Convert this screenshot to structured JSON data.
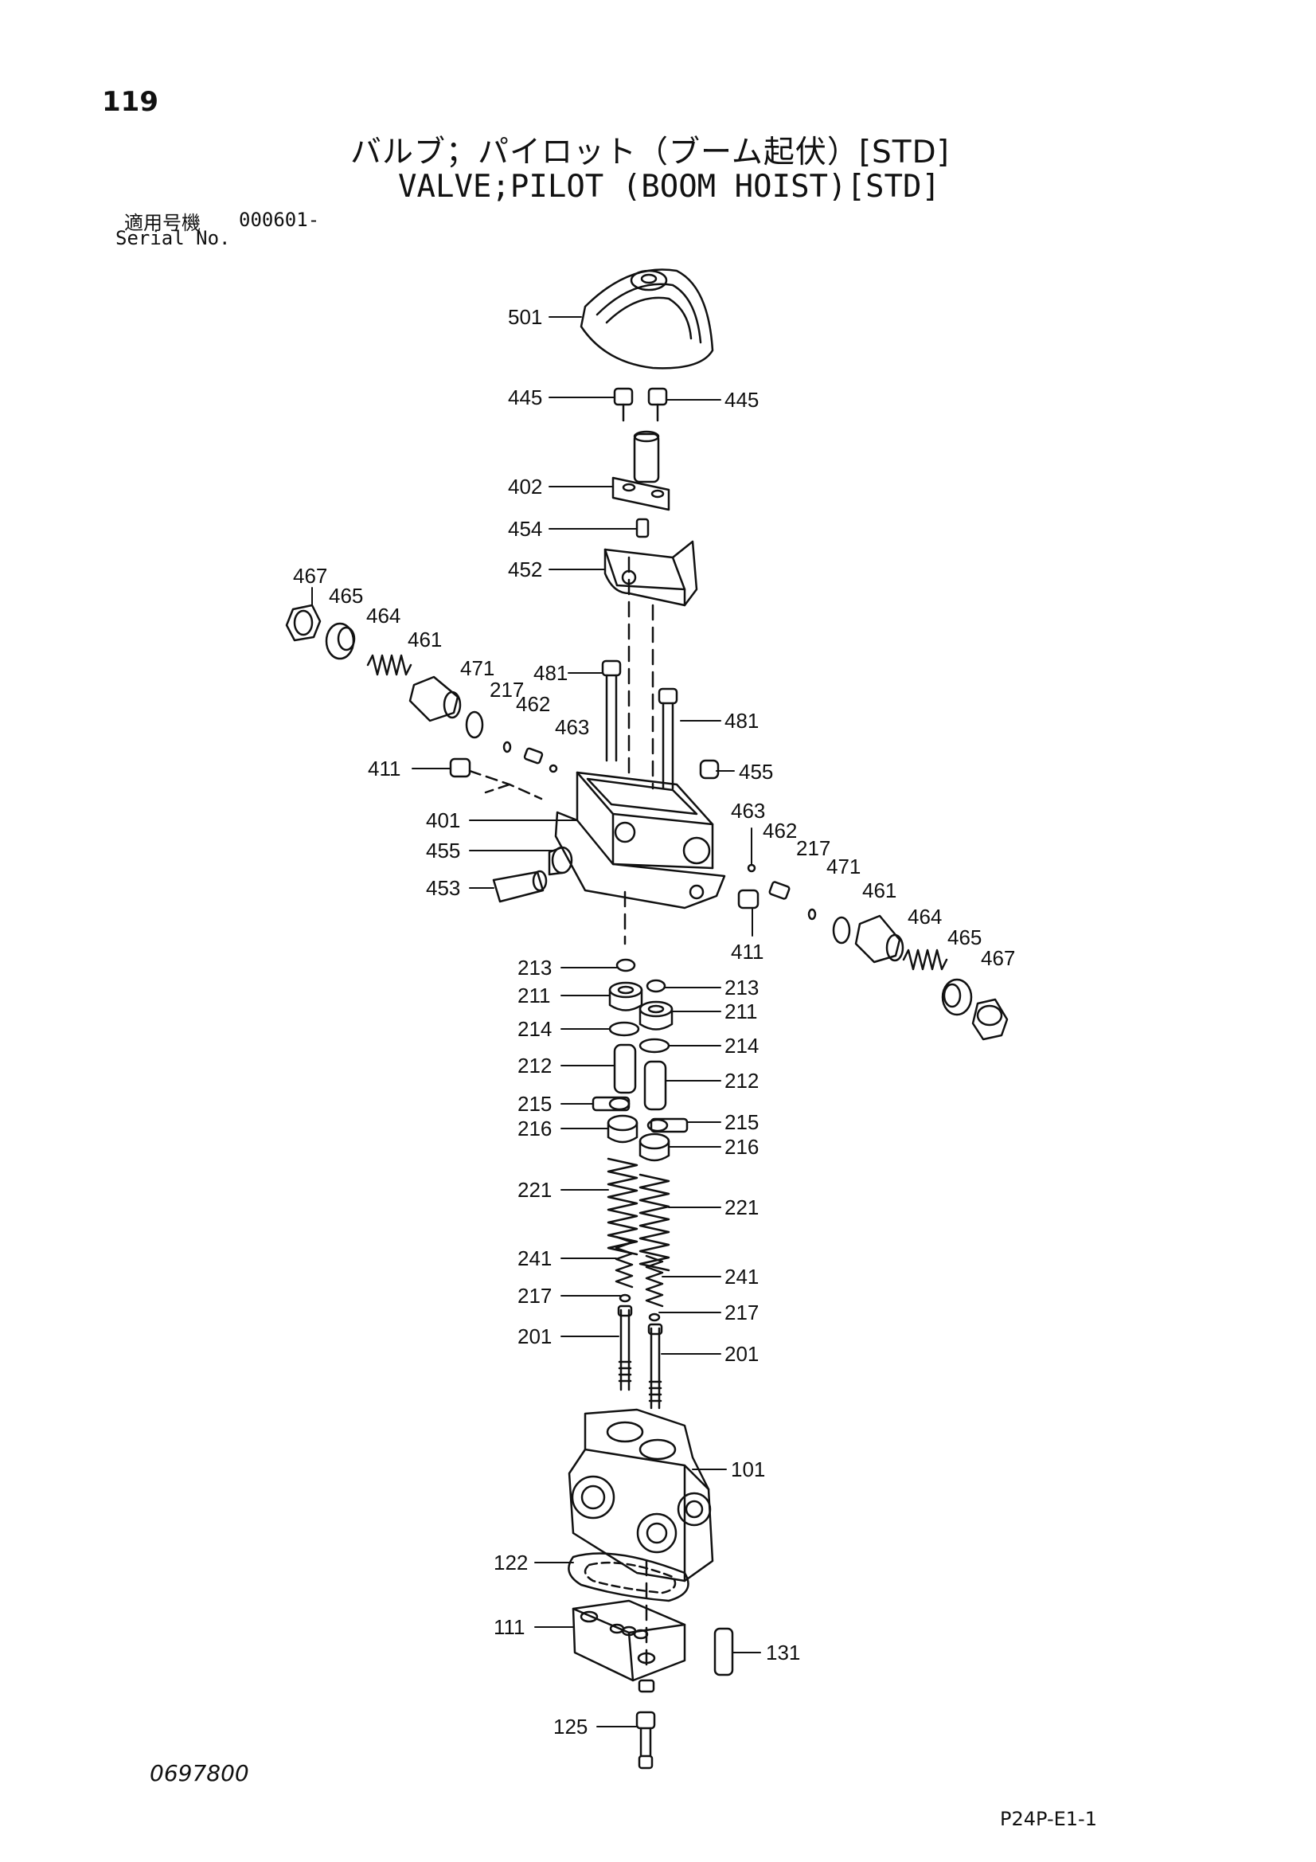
{
  "header": {
    "page_number": "119",
    "title_jp": "バルブ；パイロット（ブーム起伏）[STD]",
    "title_en": "VALVE;PILOT (BOOM HOIST)[STD]",
    "serial_label_jp": "適用号機",
    "serial_code": "000601-",
    "serial_label_en": "Serial No."
  },
  "footer": {
    "drawing_number": "0697800",
    "sheet_code": "P24P-E1-1"
  },
  "part_labels": {
    "p501": "501",
    "p445a": "445",
    "p445b": "445",
    "p402": "402",
    "p454": "454",
    "p452": "452",
    "p467a": "467",
    "p465a": "465",
    "p464a": "464",
    "p461a": "461",
    "p471a": "471",
    "p217a": "217",
    "p462a": "462",
    "p463a": "463",
    "p481a": "481",
    "p481b": "481",
    "p411a": "411",
    "p455a": "455",
    "p401": "401",
    "p455b": "455",
    "p453": "453",
    "p463b": "463",
    "p462b": "462",
    "p217b": "217",
    "p471b": "471",
    "p461b": "461",
    "p464b": "464",
    "p465b": "465",
    "p467b": "467",
    "p411b": "411",
    "p213a": "213",
    "p213b": "213",
    "p211a": "211",
    "p211b": "211",
    "p214a": "214",
    "p214b": "214",
    "p212a": "212",
    "p212b": "212",
    "p215a": "215",
    "p215b": "215",
    "p216a": "216",
    "p216b": "216",
    "p221a": "221",
    "p221b": "221",
    "p241a": "241",
    "p241b": "241",
    "p217c": "217",
    "p217d": "217",
    "p201a": "201",
    "p201b": "201",
    "p101": "101",
    "p122": "122",
    "p111": "111",
    "p131": "131",
    "p125": "125"
  }
}
